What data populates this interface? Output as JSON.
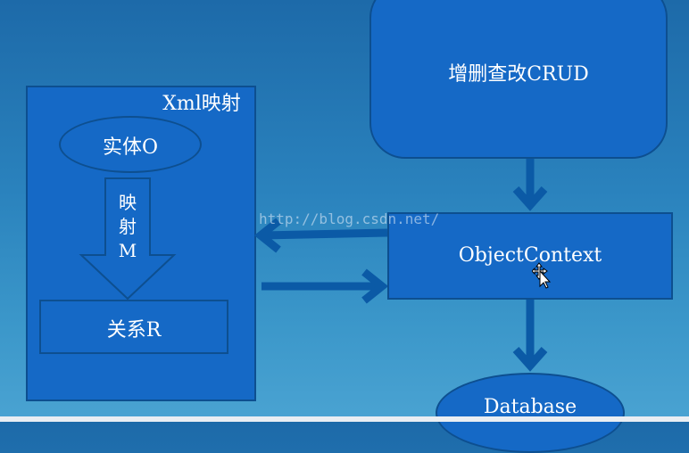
{
  "diagram": {
    "mapping_panel": {
      "title": "Xml映射",
      "entity_label": "实体O",
      "arrow_label_lines": [
        "映",
        "射",
        "M"
      ],
      "relation_label": "关系R"
    },
    "crud_label": "增删查改CRUD",
    "context_label": "ObjectContext",
    "database_label": "Database",
    "watermark": "http://blog.csdn.net/"
  },
  "colors": {
    "background_top": "#1d6aa9",
    "background_bottom": "#4aa3d2",
    "box_fill": "#1569c6",
    "box_border": "#0d4f90",
    "arrow": "#0b5aa6",
    "text": "#ffffff"
  },
  "icons": {
    "cursor": "move-cursor-icon"
  }
}
